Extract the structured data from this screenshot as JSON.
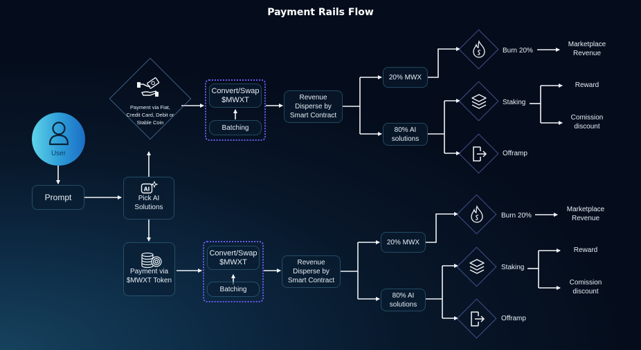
{
  "title": "Payment Rails Flow",
  "colors": {
    "background_dark": "#050d1c",
    "background_glow": "#16425e",
    "node_border": "#5aaac8",
    "batch_group_border": "#6a5ef0",
    "diamond_border": "#5f6ebe",
    "user_gradient_start": "#5fd3ea",
    "user_gradient_end": "#1b6ec6",
    "arrow": "#f2f5f8"
  },
  "start": {
    "user": {
      "label": "User",
      "icon": "user-icon"
    },
    "prompt": {
      "label": "Prompt"
    },
    "pick_ai": {
      "label_line1": "Pick AI",
      "label_line2": "Solutions",
      "icon": "ai-sparkle-icon"
    }
  },
  "rails": [
    {
      "id": "fiat",
      "payment": {
        "shape": "diamond",
        "icon": "hand-money-icon",
        "lines": [
          "Payment via Fiat,",
          "Credit Card, Debit or",
          "Stable Coin"
        ]
      },
      "convert": {
        "line1": "Convert/Swap",
        "line2": "$MWXT"
      },
      "batching": {
        "label": "Batching"
      },
      "revenue": {
        "lines": [
          "Revenue",
          "Disperse by",
          "Smart Contract"
        ]
      },
      "split_mwx": {
        "label": "20% MWX"
      },
      "split_ai": {
        "line1": "80% AI",
        "line2": "solutions"
      },
      "burn": {
        "icon": "fire-icon",
        "label": "Burn 20%",
        "target_line1": "Marketplace",
        "target_line2": "Revenue"
      },
      "staking": {
        "icon": "layers-icon",
        "label": "Staking",
        "reward": "Reward",
        "commission_line1": "Comission",
        "commission_line2": "discount"
      },
      "offramp": {
        "icon": "exit-arrow-icon",
        "label": "Offramp"
      }
    },
    {
      "id": "token",
      "payment": {
        "shape": "box",
        "icon": "coin-stack-icon",
        "lines": [
          "Payment via",
          "$MWXT Token"
        ]
      },
      "convert": {
        "line1": "Convert/Swap",
        "line2": "$MWXT"
      },
      "batching": {
        "label": "Batching"
      },
      "revenue": {
        "lines": [
          "Revenue",
          "Disperse by",
          "Smart Contract"
        ]
      },
      "split_mwx": {
        "label": "20% MWX"
      },
      "split_ai": {
        "line1": "80% AI",
        "line2": "solutions"
      },
      "burn": {
        "icon": "fire-icon",
        "label": "Burn 20%",
        "target_line1": "Marketplace",
        "target_line2": "Revenue"
      },
      "staking": {
        "icon": "layers-icon",
        "label": "Staking",
        "reward": "Reward",
        "commission_line1": "Comission",
        "commission_line2": "discount"
      },
      "offramp": {
        "icon": "exit-arrow-icon",
        "label": "Offramp"
      }
    }
  ]
}
